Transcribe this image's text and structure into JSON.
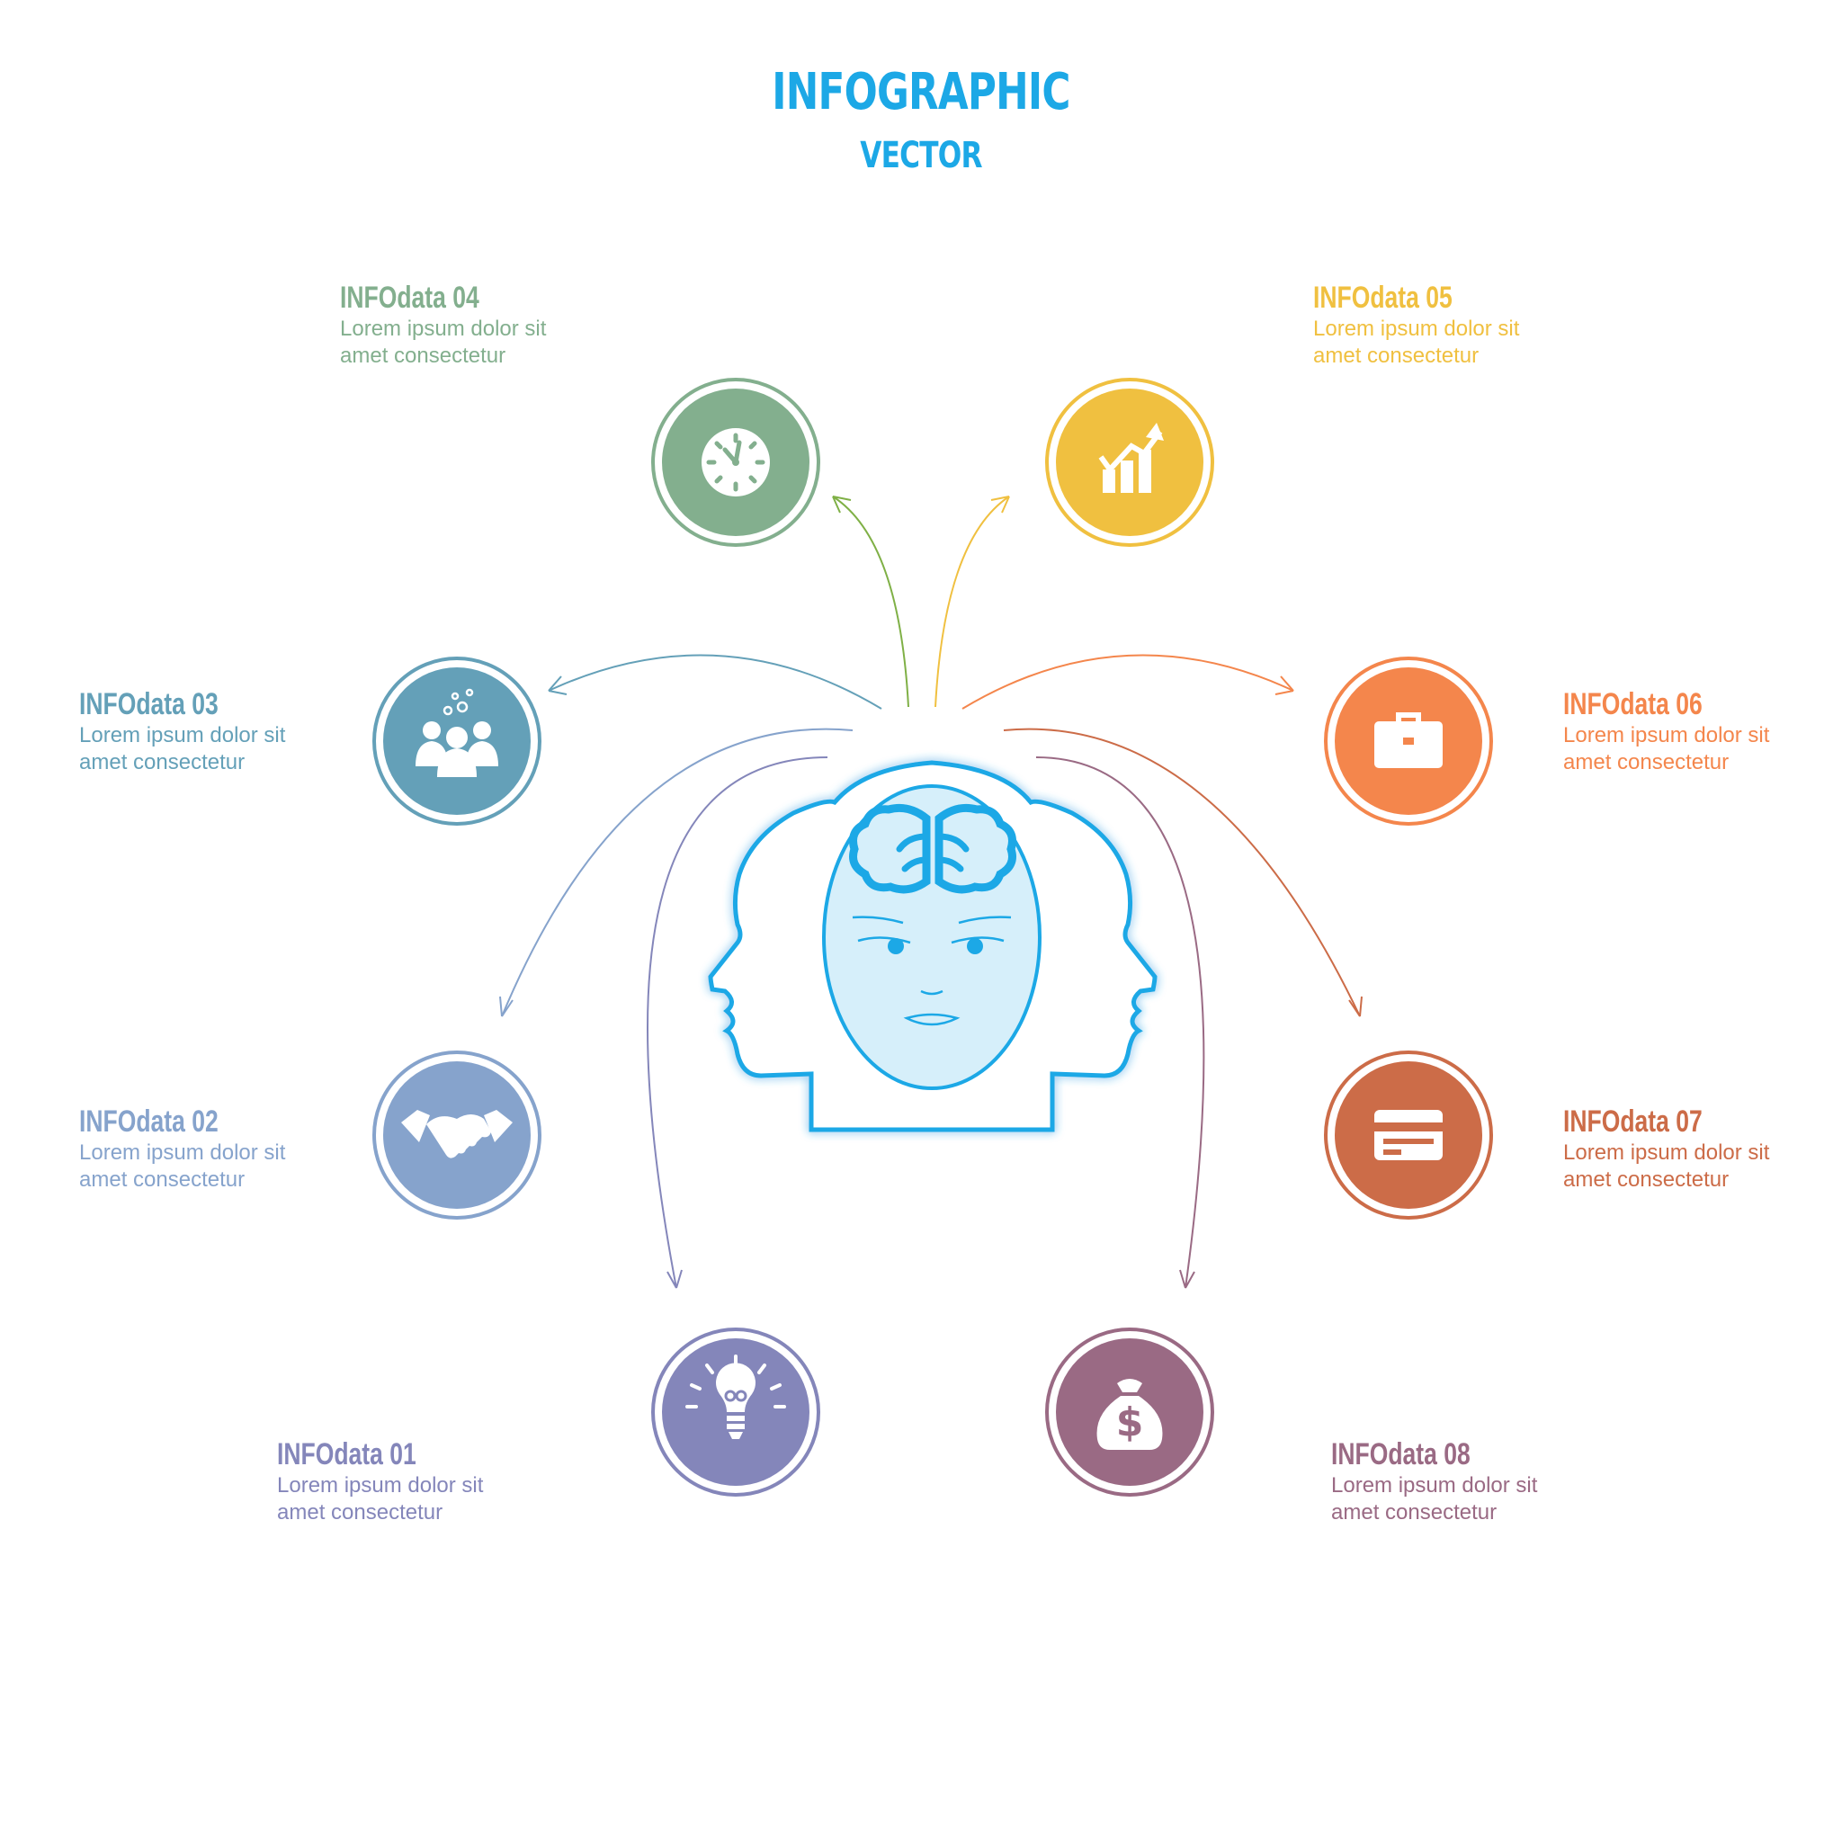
{
  "header": {
    "title": "INFOGRAPHIC",
    "subtitle": "VECTOR",
    "color": "#1ca8e6"
  },
  "items": [
    {
      "heading": "INFOdata  01",
      "line1": "Lorem ipsum dolor sit",
      "line2": "amet consectetur",
      "color": "#8486ba",
      "icon": "lightbulb-icon"
    },
    {
      "heading": "INFOdata  02",
      "line1": "Lorem ipsum dolor sit",
      "line2": "amet consectetur",
      "color": "#86a3cc",
      "icon": "handshake-icon"
    },
    {
      "heading": "INFOdata  03",
      "line1": "Lorem ipsum dolor sit",
      "line2": "amet consectetur",
      "color": "#64a0b8",
      "icon": "team-icon"
    },
    {
      "heading": "INFOdata  04",
      "line1": "Lorem ipsum dolor sit",
      "line2": "amet consectetur",
      "color": "#83af8e",
      "icon": "clock-icon"
    },
    {
      "heading": "INFOdata  05",
      "line1": "Lorem ipsum dolor sit",
      "line2": "amet consectetur",
      "color": "#f0c040",
      "icon": "growth-chart-icon"
    },
    {
      "heading": "INFOdata  06",
      "line1": "Lorem ipsum dolor sit",
      "line2": "amet consectetur",
      "color": "#f4864c",
      "icon": "briefcase-icon"
    },
    {
      "heading": "INFOdata  07",
      "line1": "Lorem ipsum dolor sit",
      "line2": "amet consectetur",
      "color": "#cc6c48",
      "icon": "credit-card-icon"
    },
    {
      "heading": "INFOdata  08",
      "line1": "Lorem ipsum dolor sit",
      "line2": "amet consectetur",
      "color": "#9a6a84",
      "icon": "money-bag-icon"
    }
  ],
  "center": {
    "icon": "two-heads-brain-icon",
    "stroke": "#1ca8e6",
    "fill": "#d6effa"
  }
}
